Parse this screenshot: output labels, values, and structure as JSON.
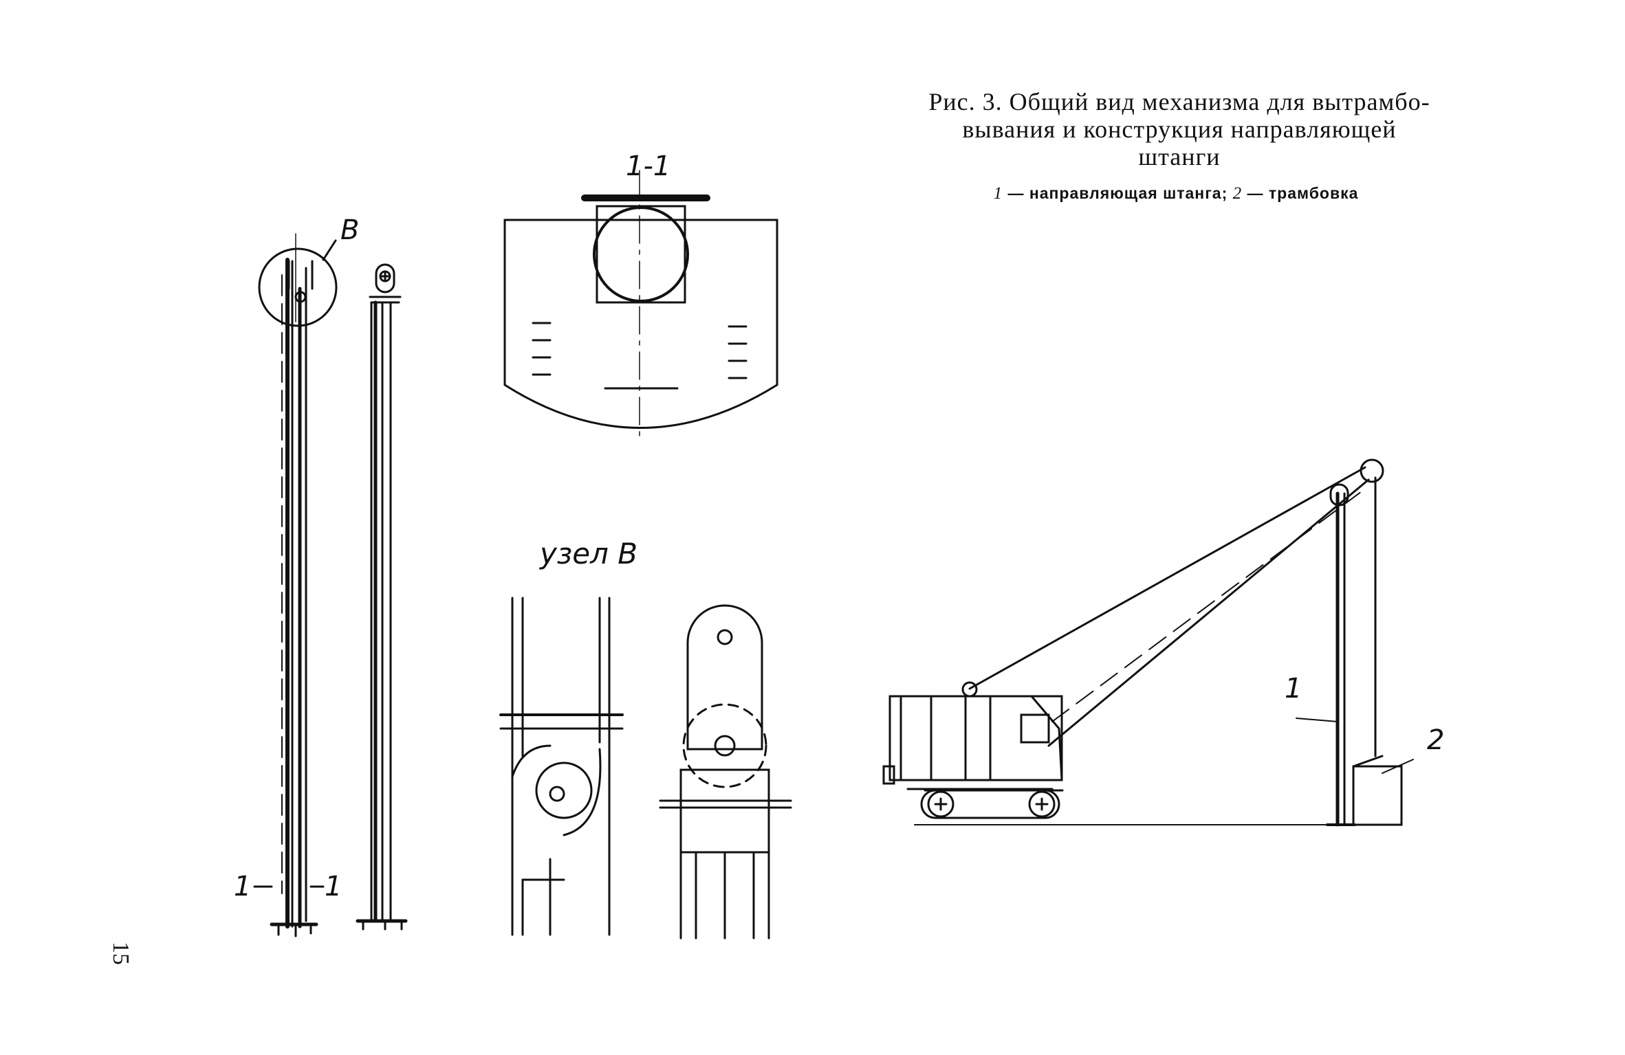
{
  "caption": {
    "title_lines": [
      "Рис. 3. Общий вид механизма для вытрамбо-",
      "вывания и конструкция направляющей",
      "штанги"
    ],
    "legend_num1": "1",
    "legend_text1": " — направляющая штанга; ",
    "legend_num2": "2",
    "legend_text2": " — трамбовка"
  },
  "labels": {
    "node_b": "В",
    "section_left": "1",
    "section_right": "1",
    "section_title": "1-1",
    "node_title": "узел В",
    "crane_rod": "1",
    "crane_tamper": "2"
  },
  "page_number": "15"
}
